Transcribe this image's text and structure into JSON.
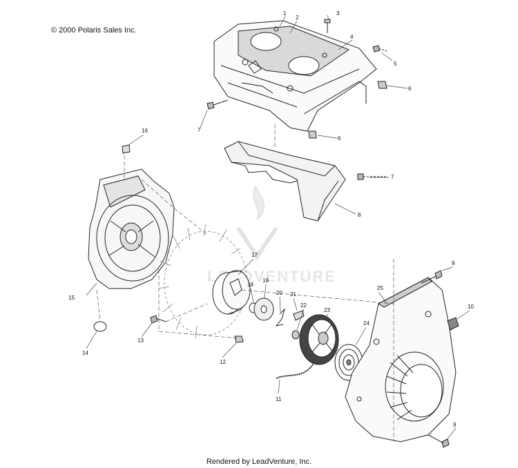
{
  "copyright": "© 2000 Polaris Sales Inc.",
  "footer": "Rendered by LeadVenture, Inc.",
  "watermark": "LEADVENTURE",
  "callouts": {
    "c1": "1",
    "c2": "2",
    "c3": "3",
    "c4": "4",
    "c5": "5",
    "c6a": "6",
    "c6b": "6",
    "c7a": "7",
    "c7b": "7",
    "c8": "8",
    "c9a": "9",
    "c9b": "9",
    "c10": "10",
    "c11": "11",
    "c12": "12",
    "c13": "13",
    "c14": "14",
    "c15": "15",
    "c16": "16",
    "c17": "17",
    "c18": "18",
    "c19": "19",
    "c20": "20",
    "c21": "21",
    "c22": "22",
    "c23": "23",
    "c24": "24",
    "c25": "25"
  },
  "colors": {
    "line": "#222222",
    "shade": "#d9d9d9",
    "watermark": "#e6e6e6"
  }
}
